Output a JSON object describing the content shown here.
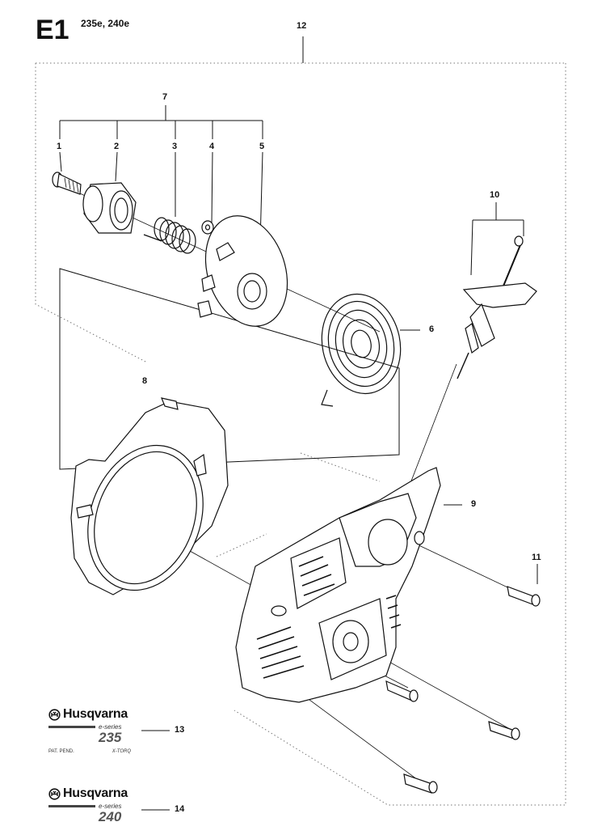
{
  "header": {
    "page_code": "E1",
    "models": "235e, 240e"
  },
  "callouts": [
    "1",
    "2",
    "3",
    "4",
    "5",
    "6",
    "7",
    "8",
    "9",
    "10",
    "11",
    "12",
    "13",
    "14"
  ],
  "decals": [
    {
      "brand": "Husqvarna",
      "series": "e-series",
      "model": "235",
      "left_note": "PAT. PEND.",
      "right_note": "X-TORQ"
    },
    {
      "brand": "Husqvarna",
      "series": "e-series",
      "model": "240"
    }
  ],
  "icons": {
    "brand_logo": "husqvarna-crown-logo-icon"
  },
  "colors": {
    "line": "#111111",
    "guide": "#888888"
  }
}
